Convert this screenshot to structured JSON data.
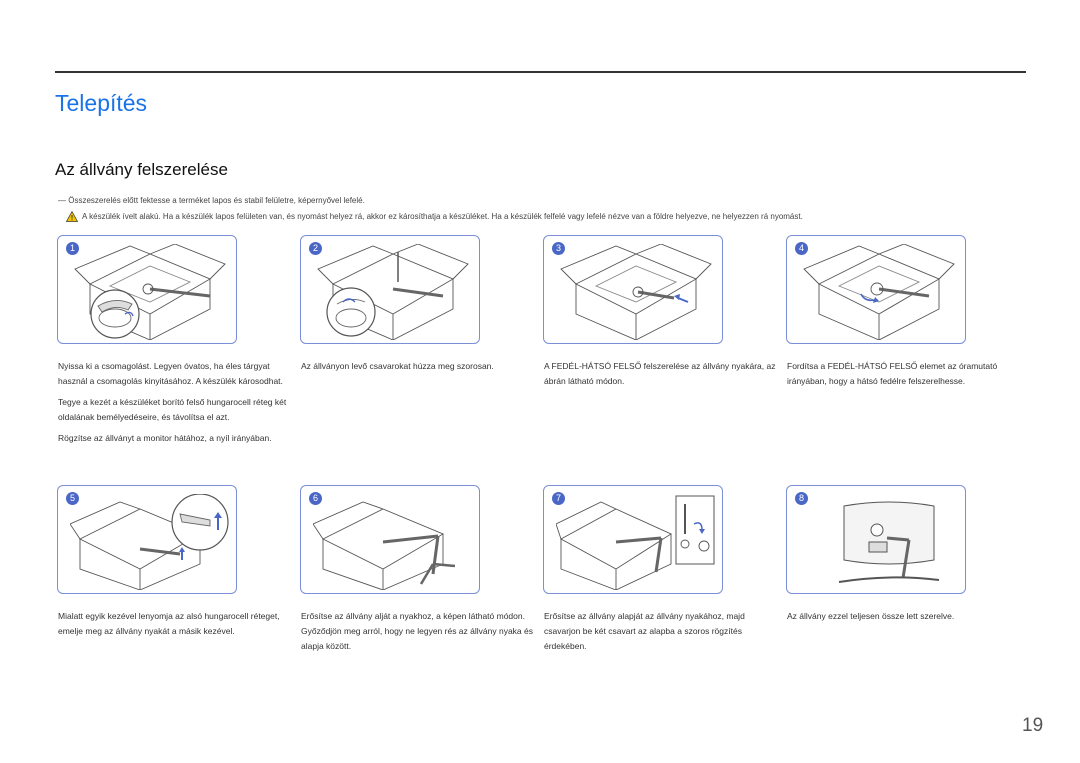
{
  "header": {
    "title": "Telepítés",
    "subtitle": "Az állvány felszerelése"
  },
  "notes": {
    "note": "Összeszerelés előtt fektesse a terméket lapos és stabil felületre, képernyővel lefelé.",
    "warning": "A készülék ívelt alakú. Ha a készülék lapos felületen van, és nyomást helyez rá, akkor ez károsíthatja a készüléket. Ha a készülék felfelé vagy lefelé nézve van a földre helyezve, ne helyezzen rá nyomást."
  },
  "steps": [
    {
      "num": "1",
      "paragraphs": [
        "Nyissa ki a csomagolást. Legyen óvatos, ha éles tárgyat használ a csomagolás kinyitásához. A készülék károsodhat.",
        "Tegye a kezét a készüléket borító felső hungarocell réteg két oldalának bemélyedéseire, és távolítsa el azt.",
        "Rögzítse az állványt a monitor hátához, a nyíl irányában."
      ]
    },
    {
      "num": "2",
      "paragraphs": [
        "Az állványon levő csavarokat húzza meg szorosan."
      ]
    },
    {
      "num": "3",
      "paragraphs": [
        "A FEDÉL-HÁTSÓ FELSŐ felszerelése az állvány nyakára, az ábrán látható módon."
      ]
    },
    {
      "num": "4",
      "paragraphs": [
        "Fordítsa a FEDÉL-HÁTSÓ FELSŐ elemet az óramutató irányában, hogy a hátsó fedélre felszerelhesse."
      ]
    },
    {
      "num": "5",
      "paragraphs": [
        "Mialatt egyik kezével lenyomja az alsó hungarocell réteget, emelje meg az állvány nyakát a másik kezével."
      ]
    },
    {
      "num": "6",
      "paragraphs": [
        "Erősítse az állvány alját a nyakhoz, a képen látható módon. Győződjön meg arról, hogy ne legyen rés az állvány nyaka és alapja között."
      ]
    },
    {
      "num": "7",
      "paragraphs": [
        "Erősítse az állvány alapját az állvány nyakához, majd csavarjon be két csavart az alapba a szoros rögzítés érdekében."
      ]
    },
    {
      "num": "8",
      "paragraphs": [
        "Az állvány ezzel teljesen össze lett szerelve."
      ]
    }
  ],
  "page_number": "19",
  "colors": {
    "title": "#1a73e8",
    "frame": "#7a8fd6",
    "badge": "#4a67c7",
    "warning": "#f5c400"
  }
}
